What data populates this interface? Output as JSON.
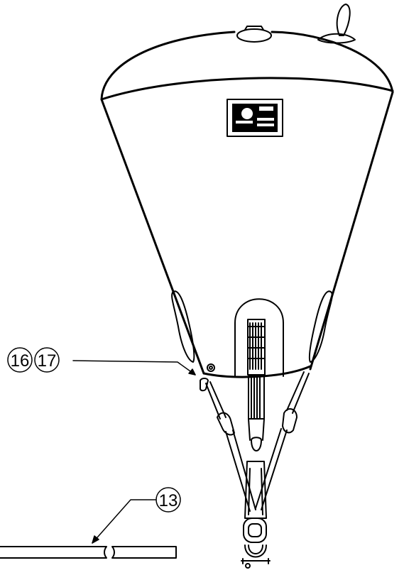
{
  "callouts": [
    {
      "id": "16",
      "label": "16"
    },
    {
      "id": "17",
      "label": "17"
    },
    {
      "id": "13",
      "label": "13"
    }
  ],
  "colors": {
    "line": "#000000",
    "background": "#ffffff"
  }
}
